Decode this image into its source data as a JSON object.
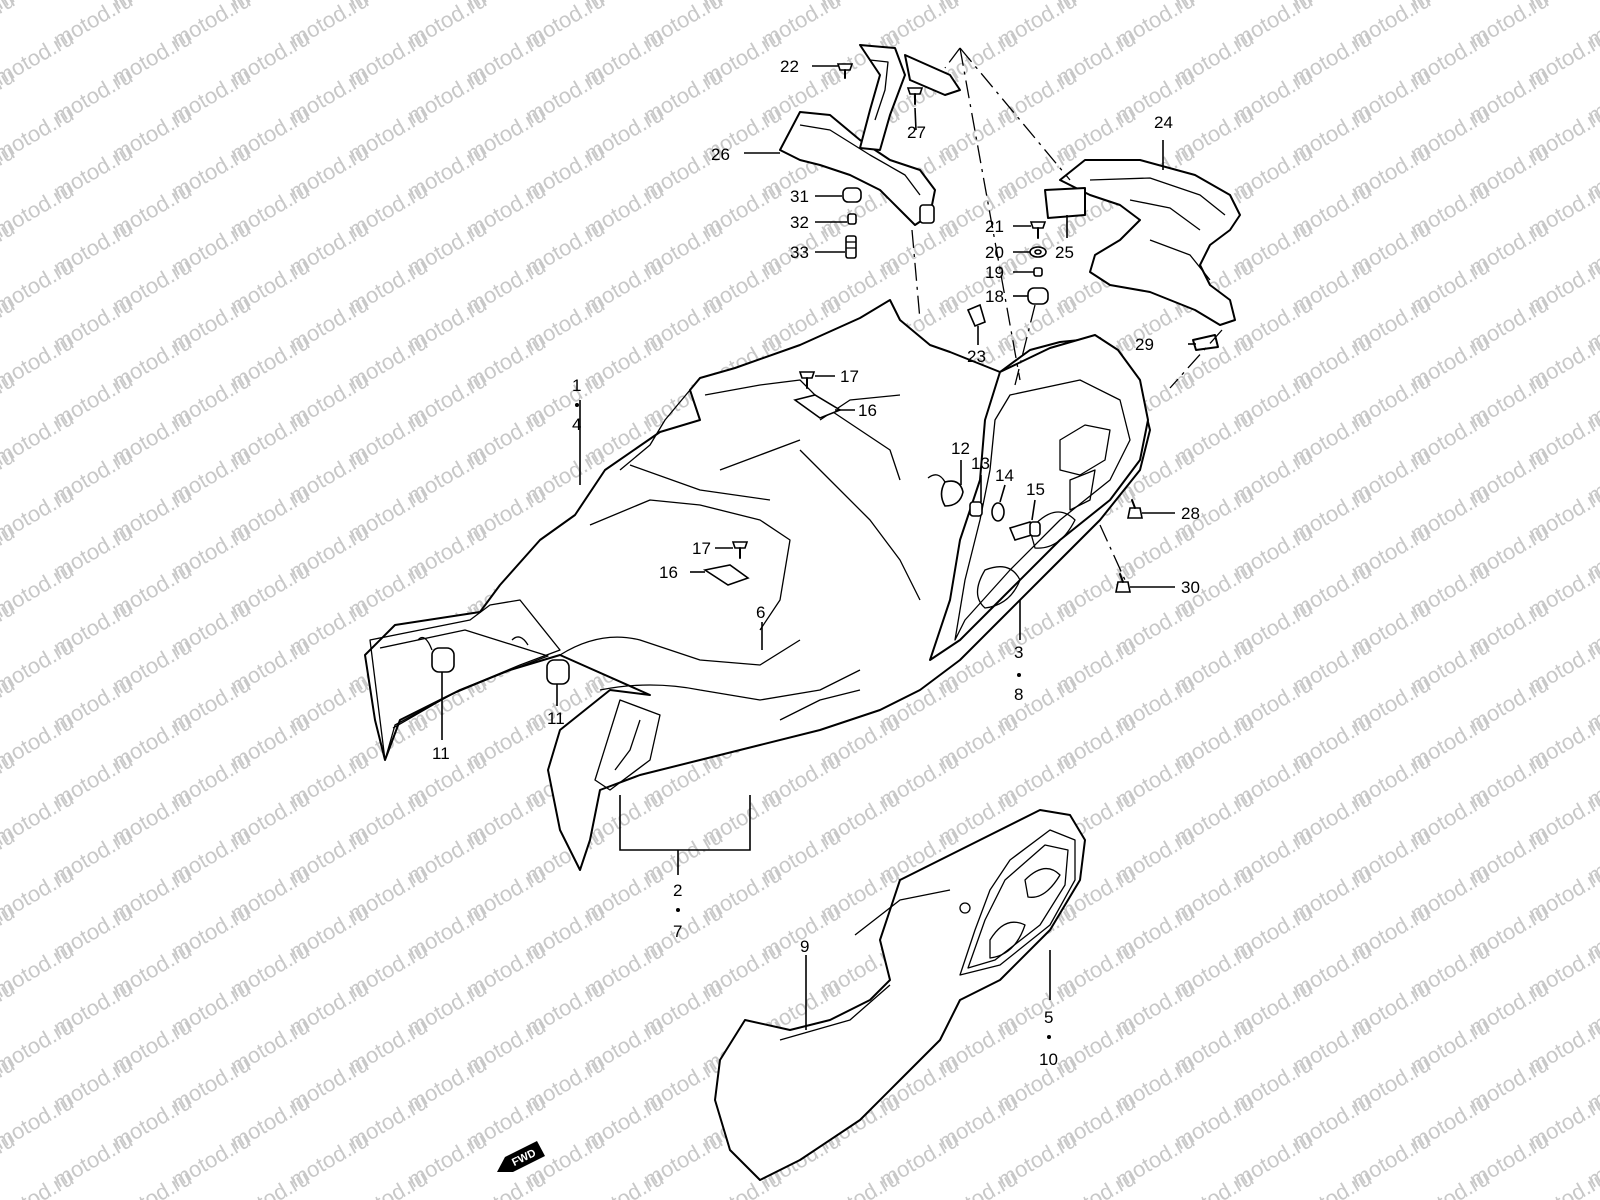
{
  "diagram": {
    "watermark": "motod.ru",
    "direction_badge": "FWD",
    "callouts": {
      "c1": "1",
      "c4": "4",
      "c2": "2",
      "c7": "7",
      "c3": "3",
      "c8": "8",
      "c5": "5",
      "c10": "10",
      "c6": "6",
      "c9": "9",
      "c11a": "11",
      "c11b": "11",
      "c12": "12",
      "c13": "13",
      "c14": "14",
      "c15": "15",
      "c16a": "16",
      "c16b": "16",
      "c17a": "17",
      "c17b": "17",
      "c18": "18",
      "c19": "19",
      "c20": "20",
      "c21": "21",
      "c22": "22",
      "c23": "23",
      "c24": "24",
      "c25": "25",
      "c26": "26",
      "c27": "27",
      "c28": "28",
      "c29": "29",
      "c30": "30",
      "c31": "31",
      "c32": "32",
      "c33": "33"
    }
  }
}
